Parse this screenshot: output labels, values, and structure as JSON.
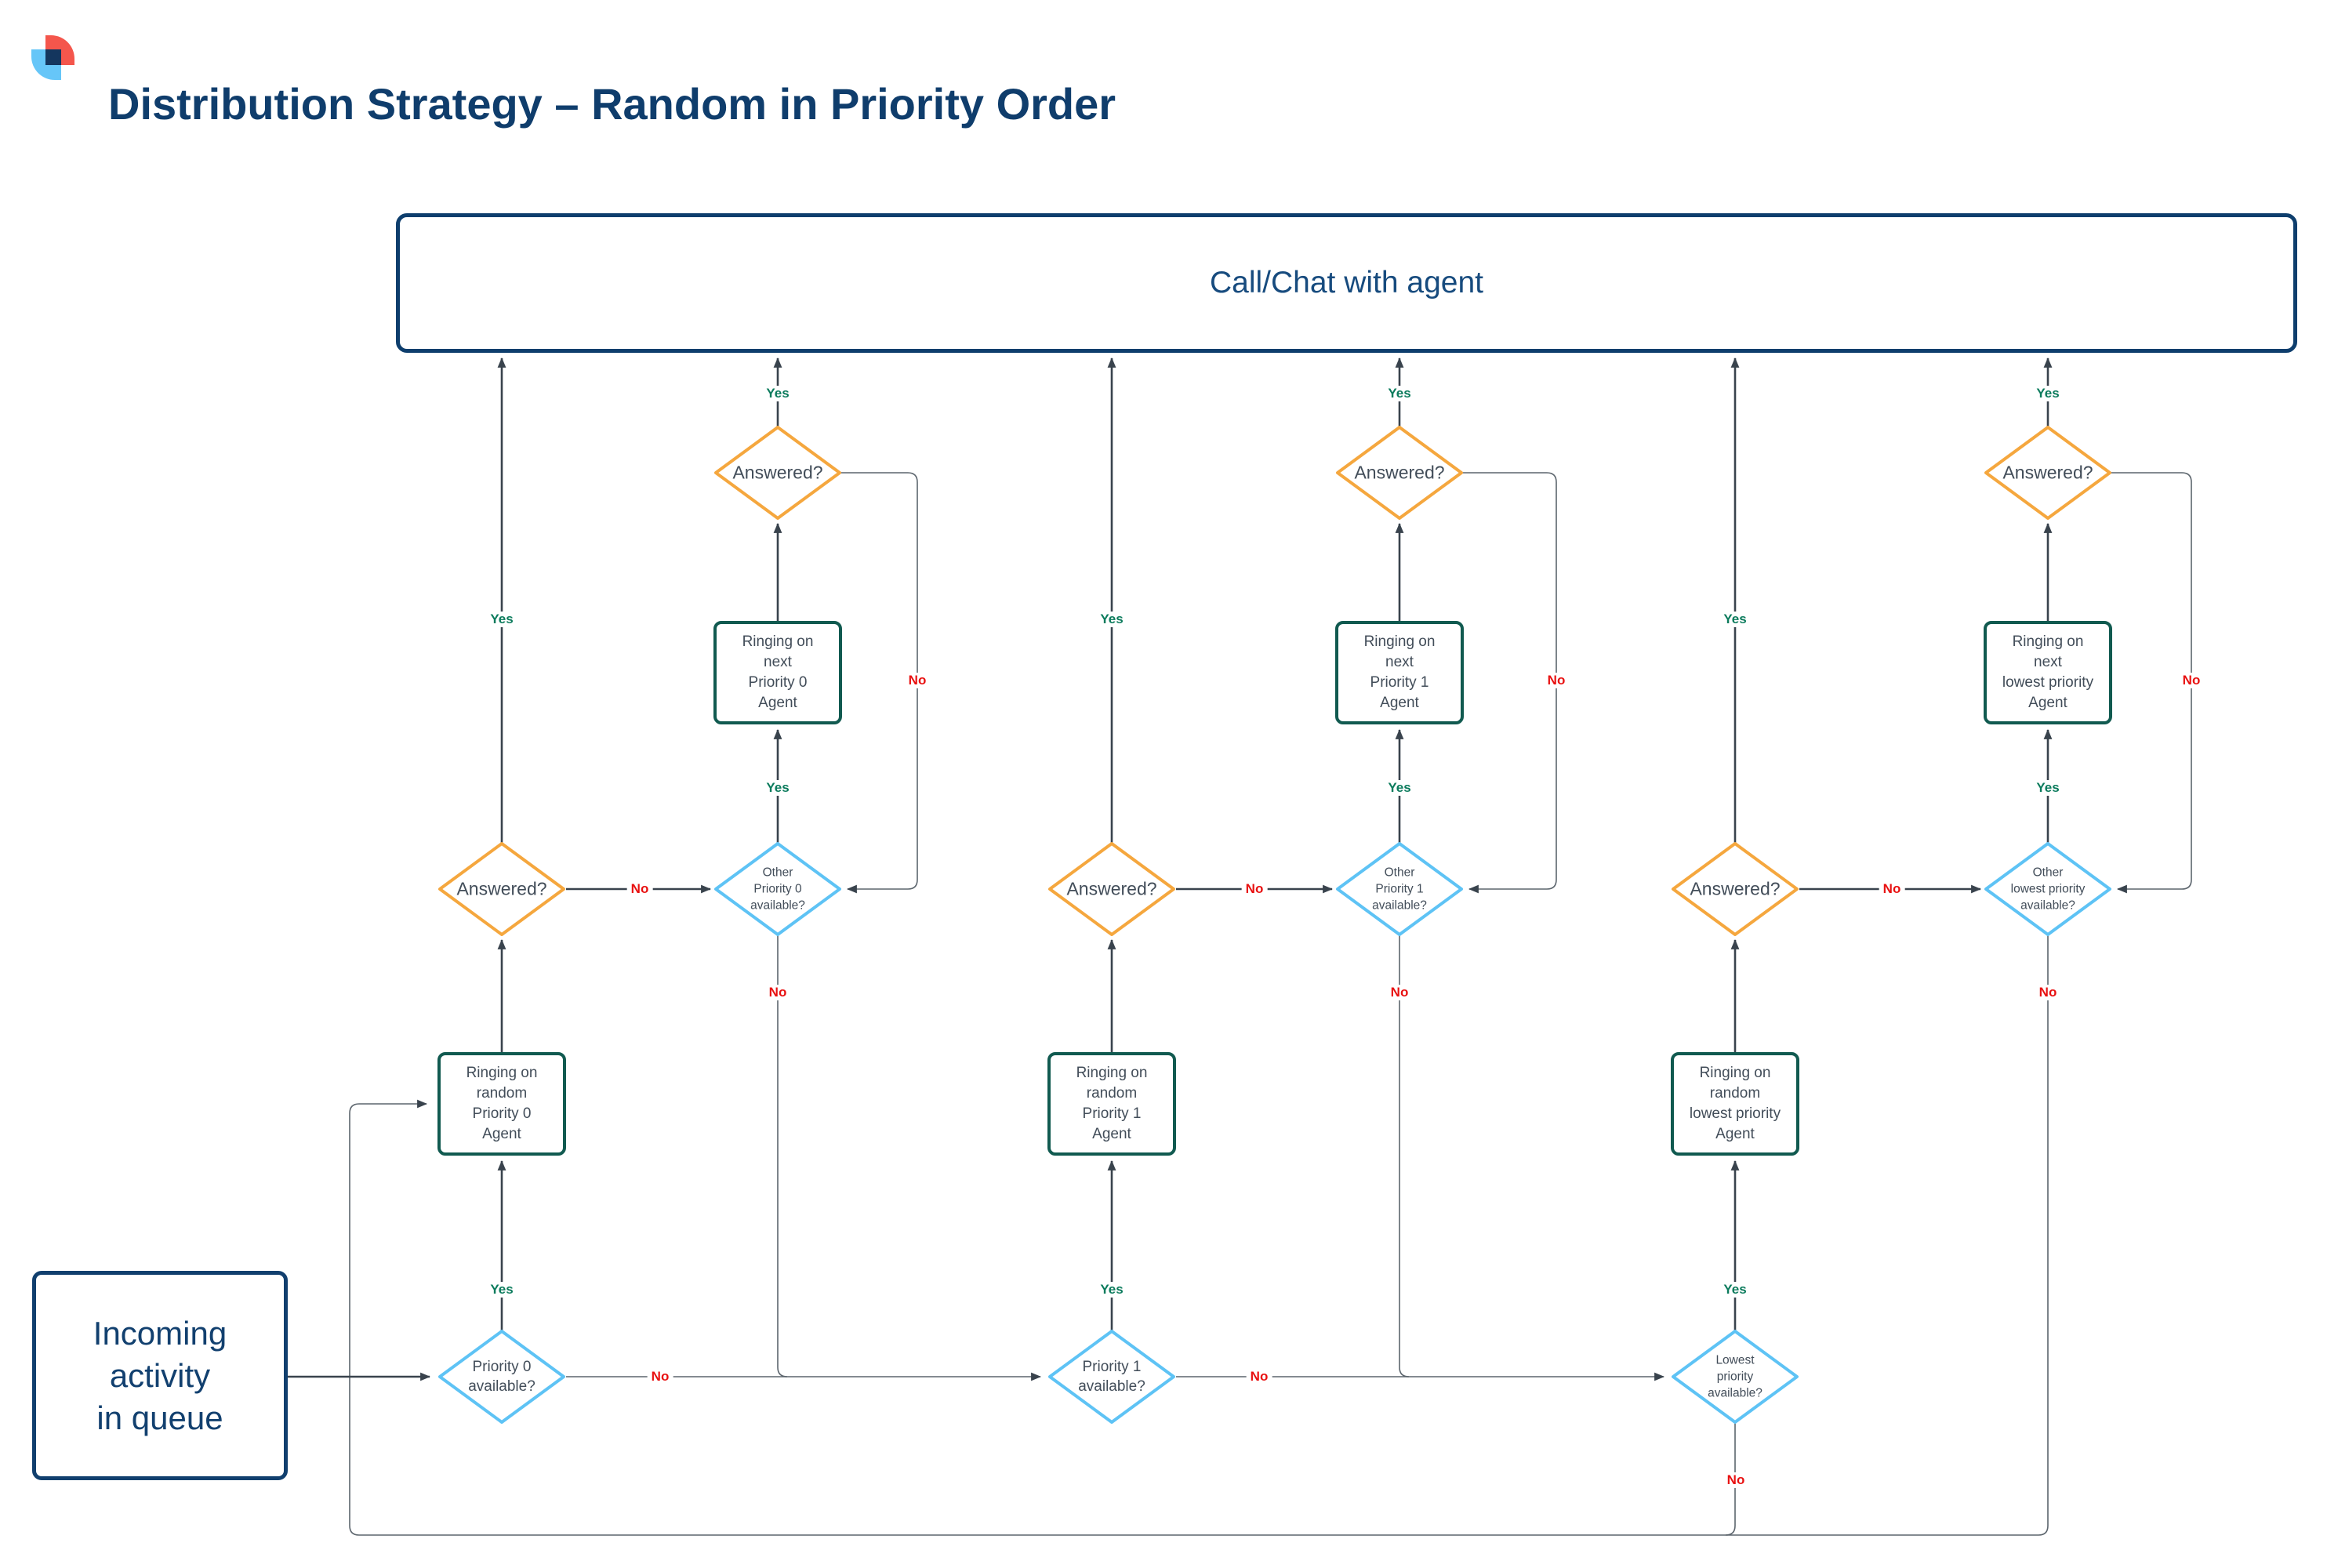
{
  "title": "Distribution Strategy – Random in Priority Order",
  "terminal": {
    "label": "Call/Chat with agent"
  },
  "start_box": {
    "label": "Incoming\nactivity\nin queue"
  },
  "decision_labels": {
    "yes": "Yes",
    "no": "No"
  },
  "columns": [
    {
      "name": "priority-0",
      "available": "Priority 0\navailable?",
      "ringing_random": "Ringing on\nrandom\nPriority 0\nAgent",
      "answered": "Answered?",
      "other_available": "Other\nPriority 0\navailable?",
      "ringing_next": "Ringing on\nnext\nPriority 0\nAgent",
      "answered_top": "Answered?"
    },
    {
      "name": "priority-1",
      "available": "Priority 1\navailable?",
      "ringing_random": "Ringing on\nrandom\nPriority 1\nAgent",
      "answered": "Answered?",
      "other_available": "Other\nPriority 1\navailable?",
      "ringing_next": "Ringing on\nnext\nPriority 1\nAgent",
      "answered_top": "Answered?"
    },
    {
      "name": "lowest-priority",
      "available": "Lowest\npriority\navailable?",
      "ringing_random": "Ringing on\nrandom\nlowest priority\nAgent",
      "answered": "Answered?",
      "other_available": "Other\nlowest priority\navailable?",
      "ringing_next": "Ringing on\nnext\nlowest priority\nAgent",
      "answered_top": "Answered?"
    }
  ],
  "colors": {
    "navy": "#0e3e6d",
    "title_navy": "#0f3d6c",
    "teal_box_border": "#115a50",
    "decision_orange": "#f5a73e",
    "decision_blue": "#5ec3f5",
    "yes_green": "#0b7b5c",
    "no_red": "#e81010",
    "flow_line": "#39434d",
    "loop_line": "#5c656d",
    "node_text": "#424d59",
    "logo_red": "#f4564c",
    "logo_blue": "#66c6f8"
  }
}
